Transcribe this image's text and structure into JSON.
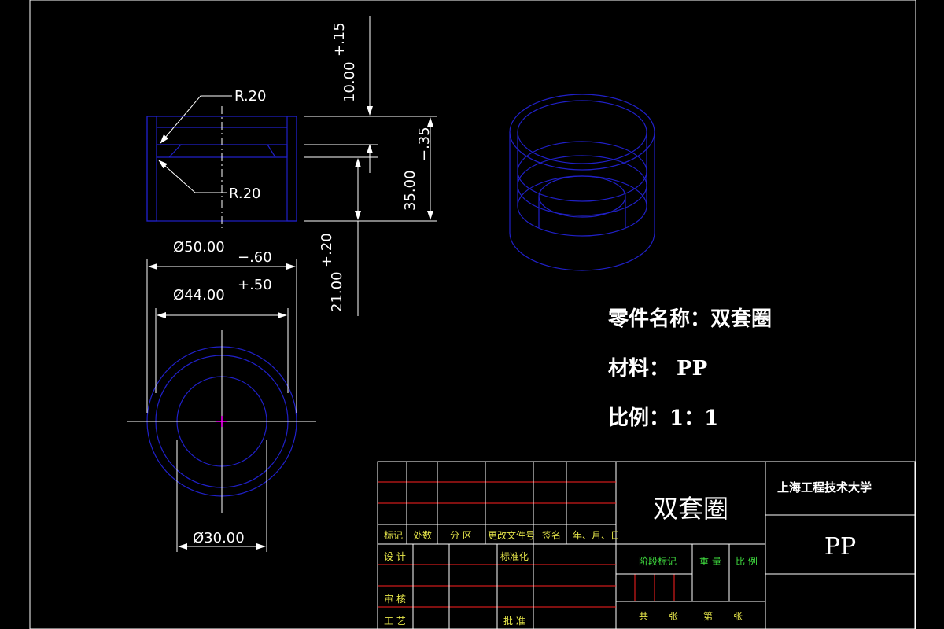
{
  "notes": {
    "part_name": "零件名称：双套圈",
    "material": "材料：  PP",
    "scale": "比例：1：1"
  },
  "dimensions": {
    "r_top": "R.20",
    "r_bottom": "R.20",
    "d50": "Ø50.00",
    "d50_tol": "−.60",
    "d44": "Ø44.00",
    "d44_tol": "+.50",
    "d30": "Ø30.00",
    "h10": "10.00",
    "h10_tol": "+.15",
    "h35": "35.00",
    "h35_tol": "−.35",
    "h21": "21.00",
    "h21_tol": "+.20"
  },
  "title_block": {
    "title": "双套圈",
    "school": "上海工程技术大学",
    "material": "PP",
    "header_labels": [
      "标记",
      "处数",
      "分 区",
      "更改文件号",
      "签名",
      "年、月、日"
    ],
    "design": "设 计",
    "standardize": "标准化",
    "review": "审 核",
    "process": "工 艺",
    "approve": "批 准",
    "stage_mark": "阶段标记",
    "weight": "重 量",
    "ratio": "比 例",
    "total": "共",
    "sheets1": "张",
    "no": "第",
    "sheets2": "张"
  },
  "colors": {
    "outline": "#ffffff",
    "part": "#2020c8",
    "table_rule": "#ff2020",
    "label_yellow": "#e6e64a",
    "label_green": "#40e040",
    "center_mark": "#ff00ff"
  }
}
